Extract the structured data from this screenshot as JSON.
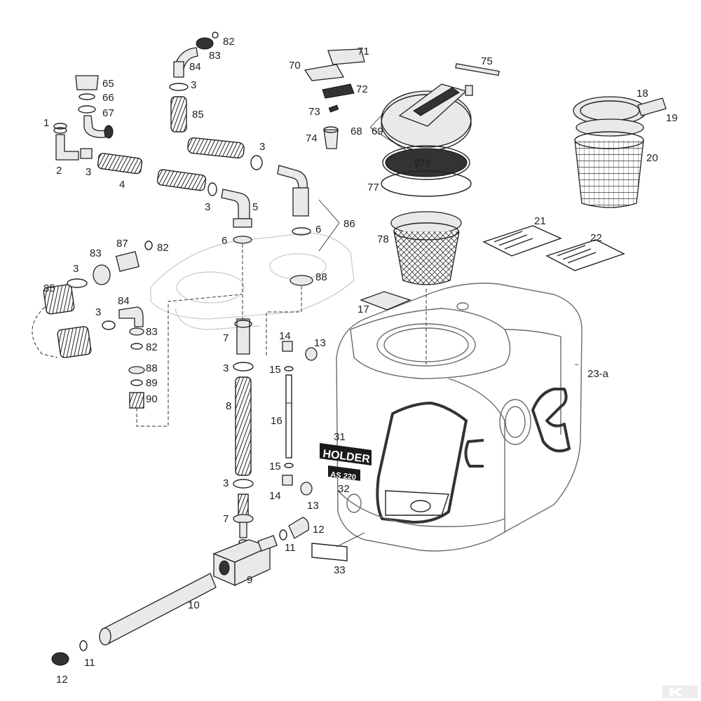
{
  "brand_plate": {
    "name": "HOLDER",
    "model": "AS 220"
  },
  "callouts": {
    "c1": "1",
    "c2": "2",
    "c3a": "3",
    "c4": "4",
    "c3b": "3",
    "c5": "5",
    "c6a": "6",
    "c65": "65",
    "c66": "66",
    "c67": "67",
    "c82a": "82",
    "c83a": "83",
    "c84a": "84",
    "c3c": "3",
    "c85a": "85",
    "c3d": "3",
    "c86": "86",
    "c6b": "6",
    "c88a": "88",
    "c87": "87",
    "c82b": "82",
    "c83b": "83",
    "c3e": "3",
    "c85b": "85",
    "c84b": "84",
    "c3f": "3",
    "c83c": "83",
    "c82c": "82",
    "c88b": "88",
    "c89": "89",
    "c90": "90",
    "c7a": "7",
    "c3g": "3",
    "c8": "8",
    "c3h": "3",
    "c7b": "7",
    "c14a": "14",
    "c13a": "13",
    "c15a": "15",
    "c16": "16",
    "c15b": "15",
    "c14b": "14",
    "c13b": "13",
    "c31": "31",
    "c32": "32",
    "c12a": "12",
    "c11a": "11",
    "c9": "9",
    "c10": "10",
    "c33": "33",
    "c11b": "11",
    "c12b": "12",
    "c70": "70",
    "c71": "71",
    "c72": "72",
    "c73": "73",
    "c74": "74",
    "c75": "75",
    "c68": "68",
    "c69": "69",
    "c76": "76",
    "c77": "77",
    "c78": "78",
    "c17": "17",
    "c21": "21",
    "c22": "22",
    "c23a": "23-a",
    "c18": "18",
    "c19": "19",
    "c20": "20"
  }
}
